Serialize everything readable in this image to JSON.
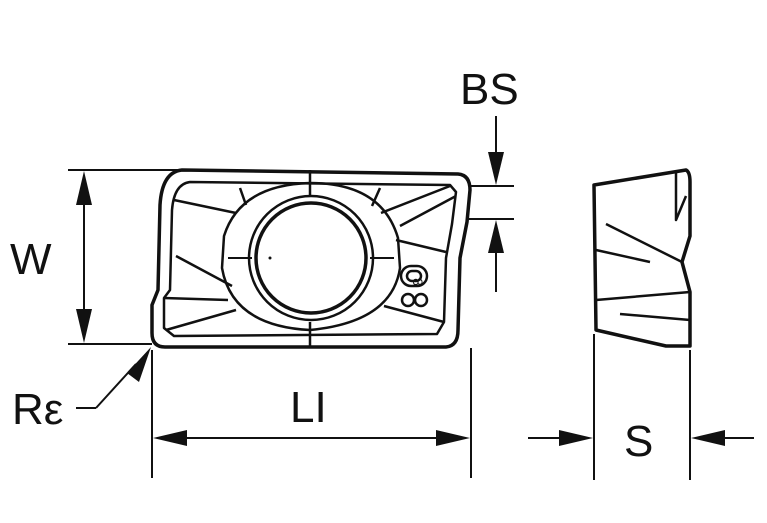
{
  "labels": {
    "bs": "BS",
    "w": "W",
    "re": "Rε",
    "li": "LI",
    "s": "S",
    "insert_mark": "8"
  },
  "icons": {
    "insert_top_view": "insert-top-view",
    "insert_side_view": "insert-side-view"
  },
  "colors": {
    "line": "#111111",
    "background": "#ffffff"
  }
}
